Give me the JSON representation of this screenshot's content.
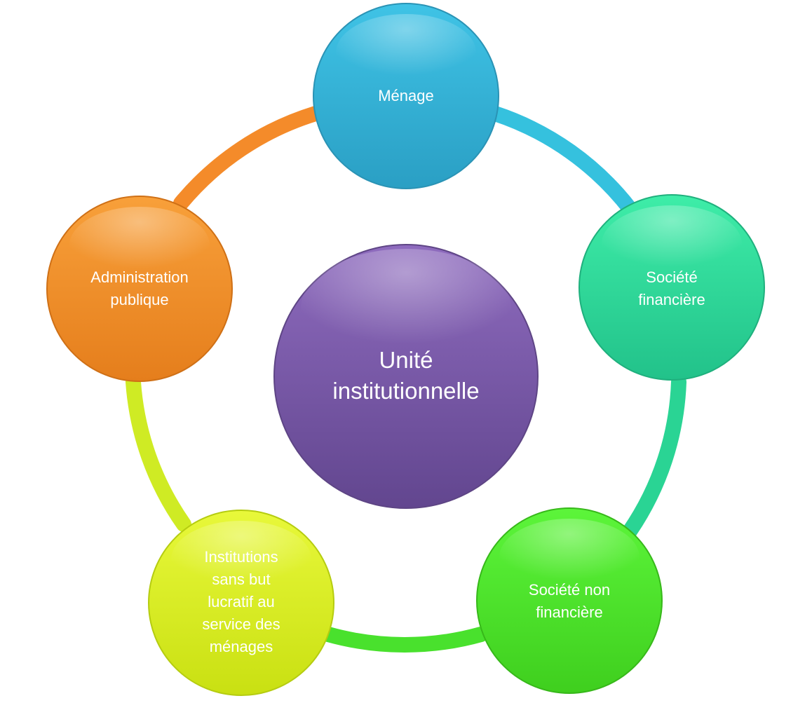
{
  "center": {
    "lines": [
      "Unité",
      "institutionnelle"
    ],
    "color": "#7B5BA6"
  },
  "nodes": [
    {
      "id": "menage",
      "lines": [
        "Ménage"
      ],
      "color": "#32B6D8"
    },
    {
      "id": "societe-financiere",
      "lines": [
        "Société",
        "financière"
      ],
      "color": "#2ED69A"
    },
    {
      "id": "societe-non-financiere",
      "lines": [
        "Société non",
        "financière"
      ],
      "color": "#4EE32A"
    },
    {
      "id": "isbl",
      "lines": [
        "Institutions",
        "sans but",
        "lucratif au",
        "service des",
        "ménages"
      ],
      "color": "#D7EE1E"
    },
    {
      "id": "administration-publique",
      "lines": [
        "Administration",
        "publique"
      ],
      "color": "#F28C28"
    }
  ]
}
